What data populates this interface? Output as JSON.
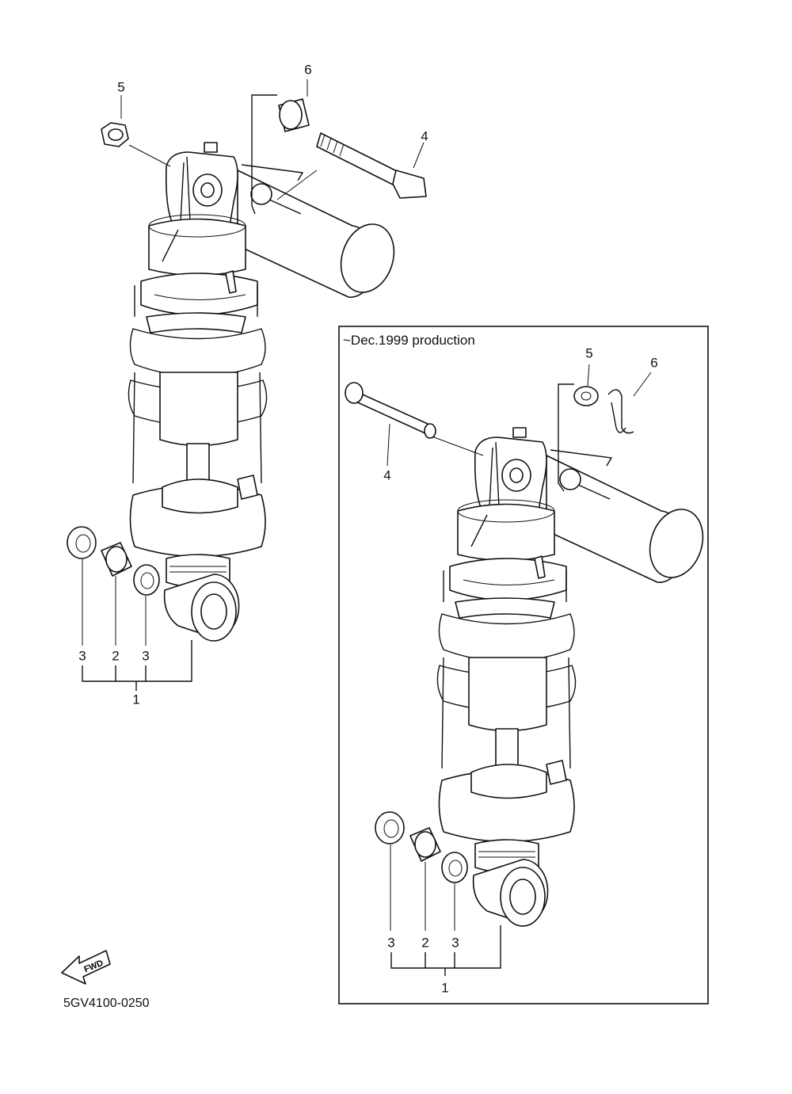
{
  "diagram": {
    "code": "5GV4100-0250",
    "fwd_label": "FWD",
    "inset": {
      "title": "~Dec.1999 production"
    },
    "callouts_main": [
      "5",
      "6",
      "4",
      "3",
      "2",
      "3",
      "1"
    ],
    "callouts_inset": [
      "5",
      "6",
      "4",
      "3",
      "2",
      "3",
      "1"
    ]
  }
}
